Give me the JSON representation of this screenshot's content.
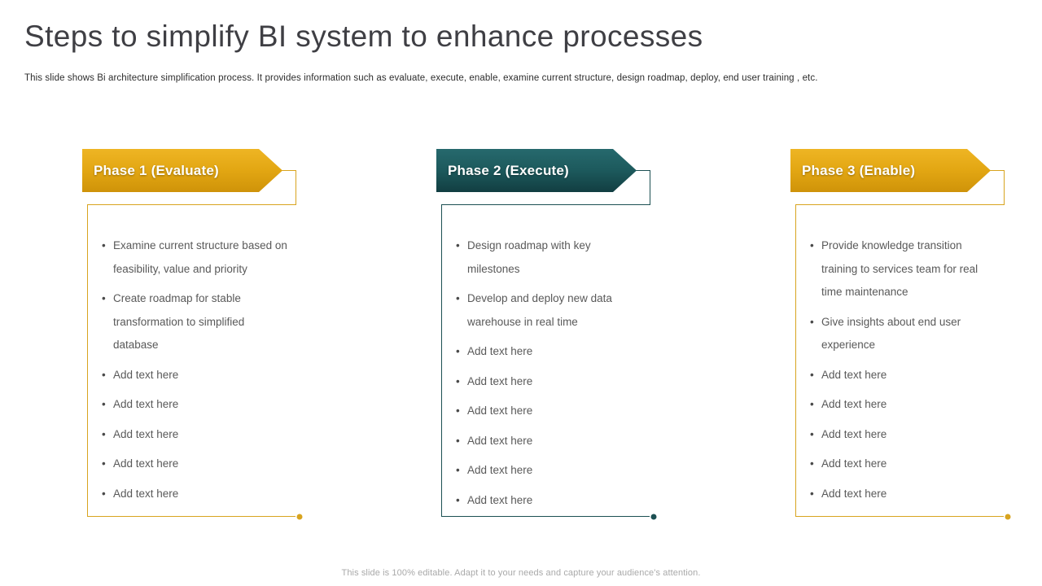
{
  "slide": {
    "title": "Steps to simplify BI system to enhance processes",
    "subtitle": "This slide shows Bi architecture simplification process. It provides information such as evaluate, execute, enable, examine current structure, design roadmap, deploy, end user training , etc.",
    "footer": "This slide is 100% editable. Adapt it to your needs and capture your audience's attention."
  },
  "colors": {
    "gold_banner": "#e3a713",
    "gold_line": "#d8a41f",
    "teal_banner": "#1d5a5d",
    "teal_line": "#1c5053",
    "body_text": "#595959",
    "title_text": "#3f3f44",
    "footer_text": "#a9a9a9"
  },
  "phases": [
    {
      "title": "Phase 1 (Evaluate)",
      "theme": "gold",
      "bullets": [
        "Examine current structure based on feasibility, value and priority",
        "Create roadmap for stable transformation to simplified database",
        "Add text here",
        "Add text here",
        "Add text here",
        "Add text here",
        "Add text here"
      ]
    },
    {
      "title": "Phase 2 (Execute)",
      "theme": "teal",
      "bullets": [
        "Design roadmap with key milestones",
        "Develop and deploy new data warehouse in real time",
        "Add text here",
        "Add text here",
        "Add text here",
        "Add text here",
        "Add text here",
        "Add text here"
      ]
    },
    {
      "title": "Phase 3 (Enable)",
      "theme": "gold",
      "bullets": [
        "Provide knowledge transition training to services team for real time maintenance",
        "Give insights about end user experience",
        "Add text here",
        "Add text here",
        "Add text here",
        "Add text here",
        "Add text here"
      ]
    }
  ]
}
